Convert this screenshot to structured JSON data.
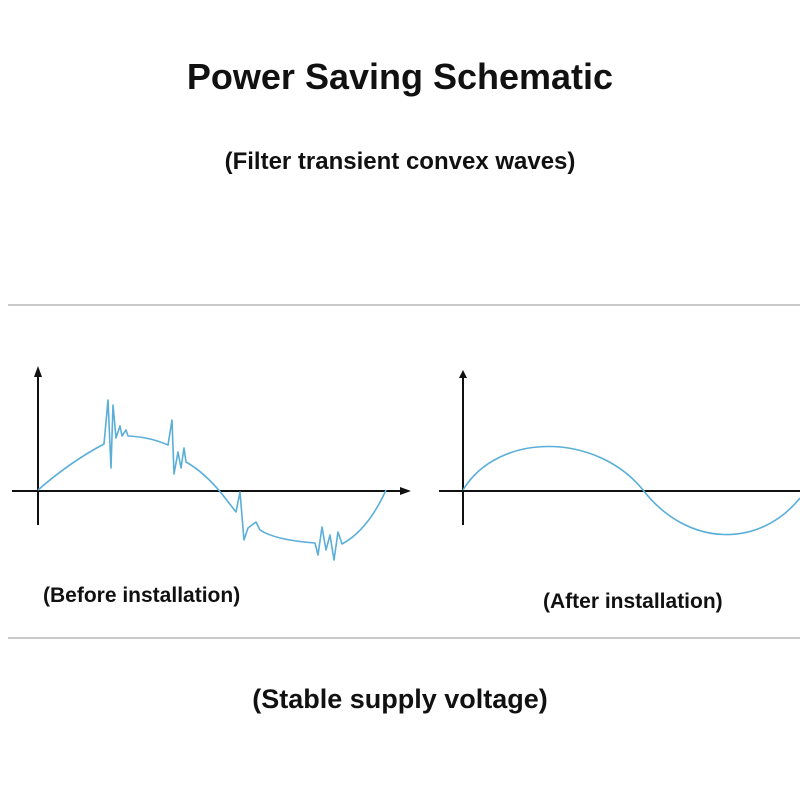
{
  "title": "Power Saving Schematic",
  "subtitle": "(Filter transient convex waves)",
  "panels": {
    "before": {
      "caption": "(Before installation)"
    },
    "after": {
      "caption": "(After installation)"
    }
  },
  "footer": "(Stable supply voltage)",
  "colors": {
    "wave": "#5aaed8",
    "axis": "#111111",
    "rule": "#c8c8c8"
  }
}
